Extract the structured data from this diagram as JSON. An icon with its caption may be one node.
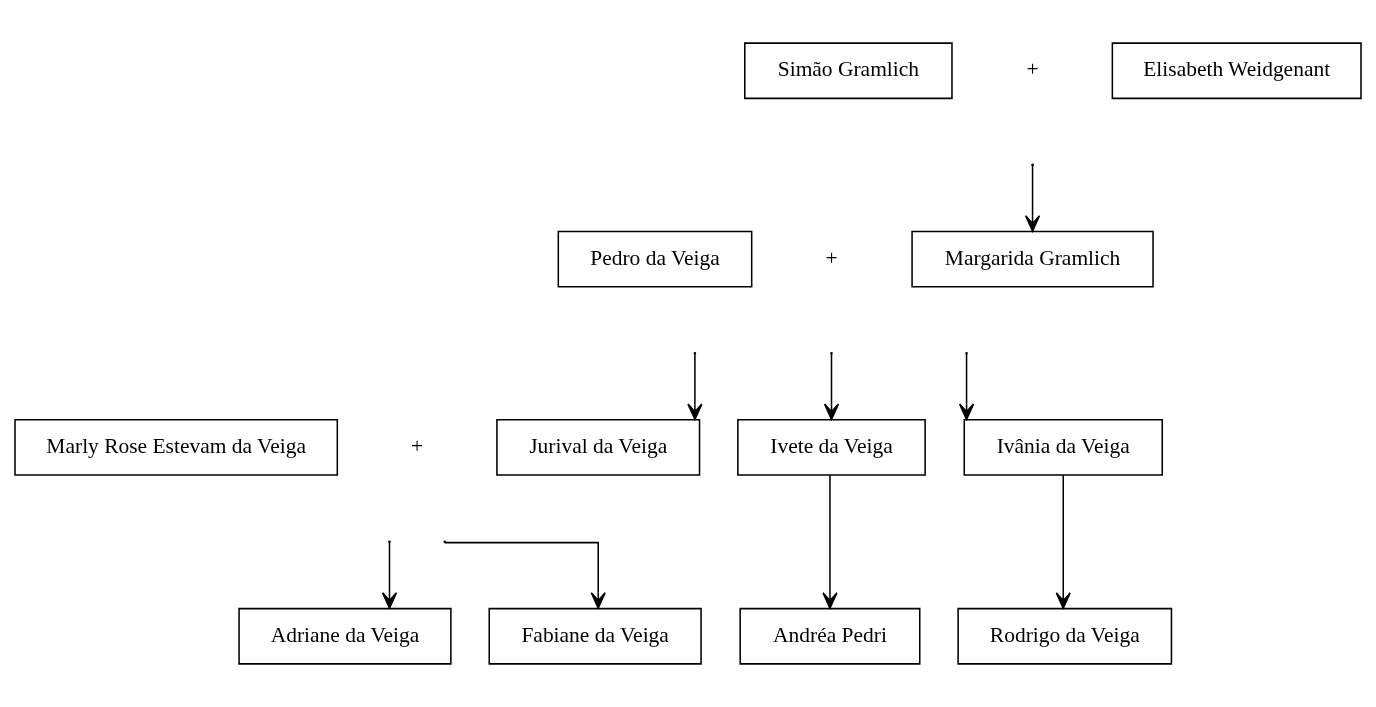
{
  "diagram": {
    "nodes": [
      {
        "text": [
          "Simão Gramlich"
        ]
      },
      {
        "text": [
          "Elisabeth Weidgenant"
        ]
      },
      {
        "text": [
          "Pedro da Veiga"
        ]
      },
      {
        "text": [
          "Margarida Gramlich"
        ]
      },
      {
        "text": [
          "Marly Rose Estevam da Veiga"
        ]
      },
      {
        "text": [
          "Jurival da Veiga"
        ]
      },
      {
        "text": [
          "Ivete da Veiga"
        ]
      },
      {
        "text": [
          "Ivânia da Veiga"
        ]
      },
      {
        "text": [
          "Adriane da Veiga"
        ]
      },
      {
        "text": [
          "Fabiane da Veiga"
        ]
      },
      {
        "text": [
          "Andréa Pedri"
        ]
      },
      {
        "text": [
          "Rodrigo da Veiga"
        ]
      }
    ],
    "edges": [
      {
        "from": null,
        "to": 3,
        "arrow": "to"
      },
      {
        "from": null,
        "to": 5,
        "arrow": "to"
      },
      {
        "from": null,
        "to": 6,
        "arrow": "to"
      },
      {
        "from": null,
        "to": 7,
        "arrow": "to"
      },
      {
        "from": null,
        "to": 8,
        "arrow": "to"
      },
      {
        "from": null,
        "to": 9,
        "arrow": "to"
      },
      {
        "from": 6,
        "to": 10,
        "arrow": "to"
      },
      {
        "from": 7,
        "to": 11,
        "arrow": "to"
      }
    ],
    "labels": [
      "+",
      "+",
      "+"
    ]
  }
}
